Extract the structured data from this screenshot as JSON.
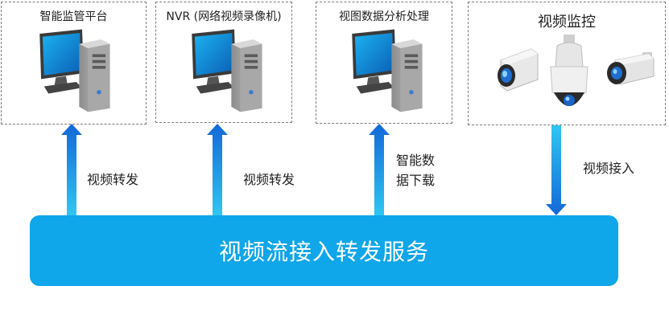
{
  "nodes": [
    {
      "label": "智能监管平台"
    },
    {
      "label": "NVR (网络视频录像机)"
    },
    {
      "label": "视图数据分析处理"
    },
    {
      "label": "视频监控"
    }
  ],
  "arrows": [
    {
      "label": "视频转发",
      "direction": "up"
    },
    {
      "label": "视频转发",
      "direction": "up"
    },
    {
      "label_line1": "智能数",
      "label_line2": "据下载",
      "direction": "up"
    },
    {
      "label": "视频接入",
      "direction": "down"
    }
  ],
  "service": {
    "label": "视频流接入转发服务"
  },
  "colors": {
    "bar": "#0fa6ea",
    "arrow": "#1a8fe3",
    "border": "#7a7a7a"
  },
  "icons": [
    "desktop-computer-icon",
    "desktop-computer-icon",
    "desktop-computer-icon",
    "box-camera-icon",
    "dome-camera-icon",
    "bullet-camera-icon"
  ]
}
